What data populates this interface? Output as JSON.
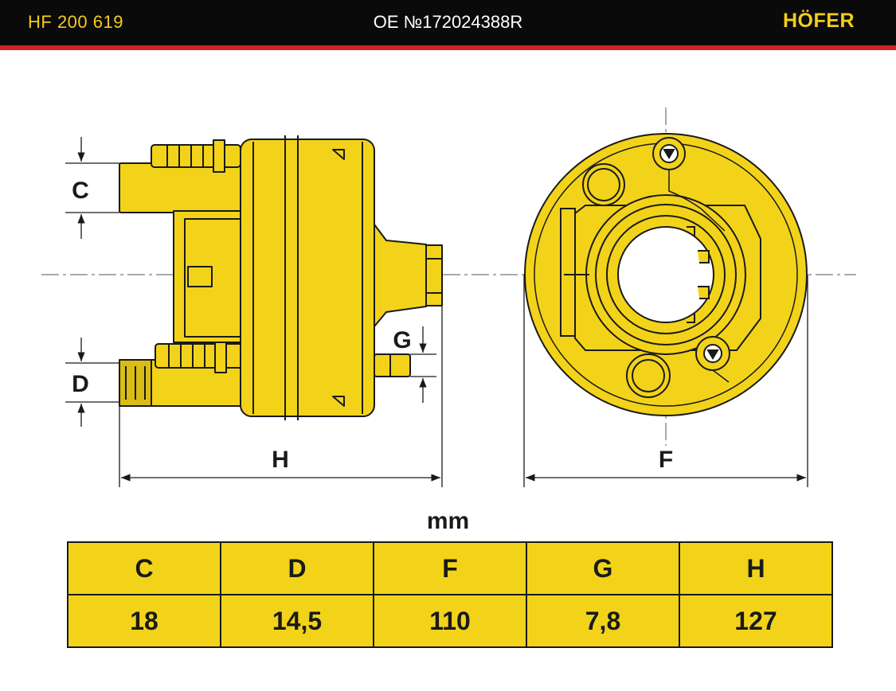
{
  "header": {
    "part_number": "HF 200 619",
    "oe_number": "OE №172024388R",
    "brand": "HÖFER"
  },
  "drawing": {
    "labels": {
      "C": "C",
      "D": "D",
      "G": "G",
      "H": "H",
      "F": "F"
    }
  },
  "unit": "mm",
  "spec_table": {
    "headers": [
      "C",
      "D",
      "F",
      "G",
      "H"
    ],
    "values": [
      "18",
      "14,5",
      "110",
      "7,8",
      "127"
    ]
  },
  "colors": {
    "part_fill": "#f2d31a",
    "header_bg": "#0a0a0a",
    "header_accent": "#d42027",
    "header_text_yellow": "#f2cc1c",
    "line": "#1a1a1a"
  }
}
